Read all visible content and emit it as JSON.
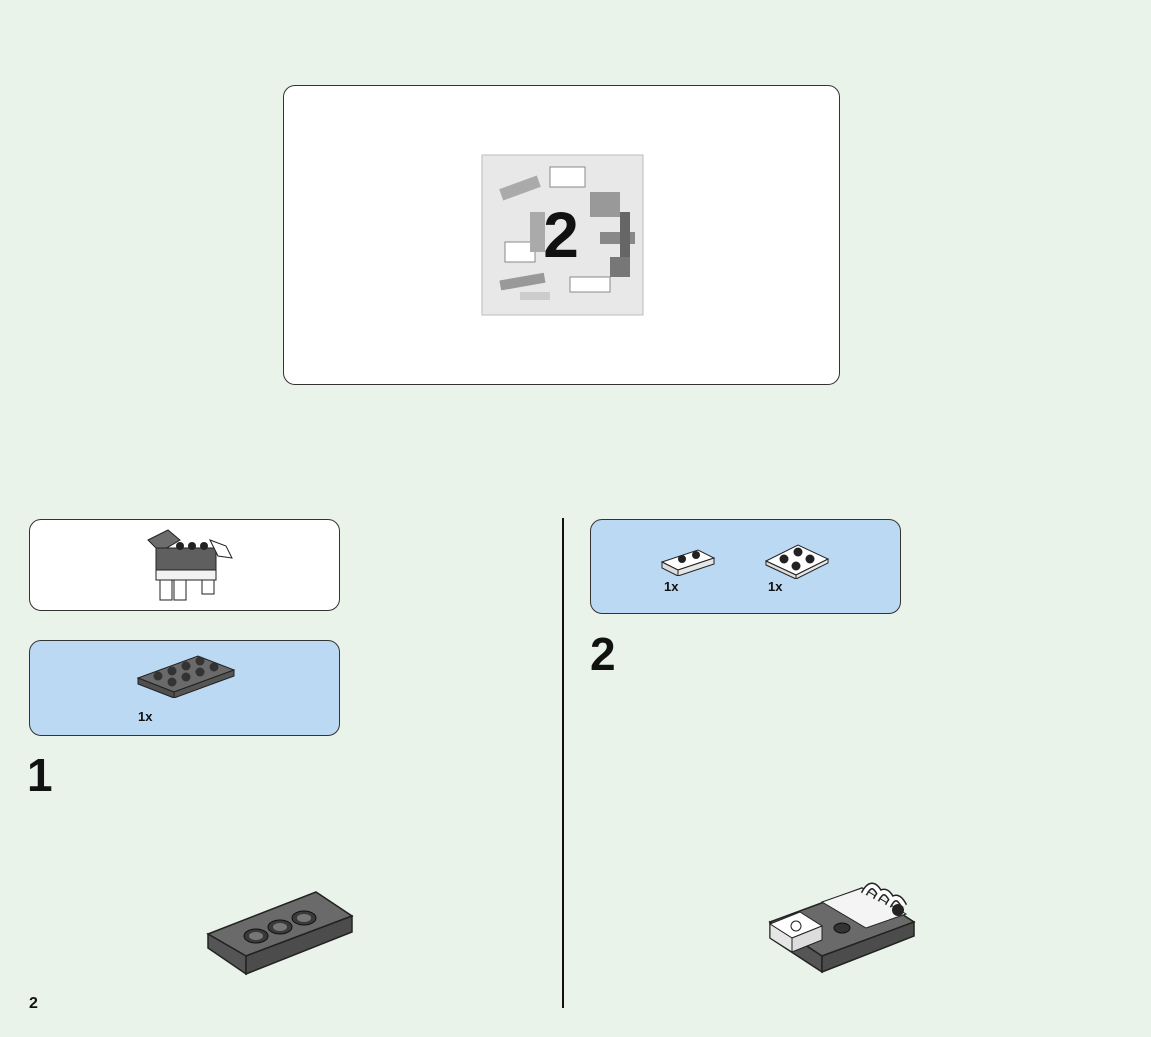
{
  "bag": {
    "number": "2"
  },
  "steps": [
    {
      "number": "1",
      "parts": [
        {
          "qty": "1x",
          "icon": "plate-2x4-dark-gray-icon"
        }
      ]
    },
    {
      "number": "2",
      "parts": [
        {
          "qty": "1x",
          "icon": "plate-1x2-white-icon"
        },
        {
          "qty": "1x",
          "icon": "plate-2x2-white-icon"
        }
      ]
    }
  ],
  "page": {
    "number": "2"
  },
  "colors": {
    "background": "#eaf3ea",
    "parts_box": "#bcd9f4",
    "dark_gray": "#5f5f5f"
  }
}
